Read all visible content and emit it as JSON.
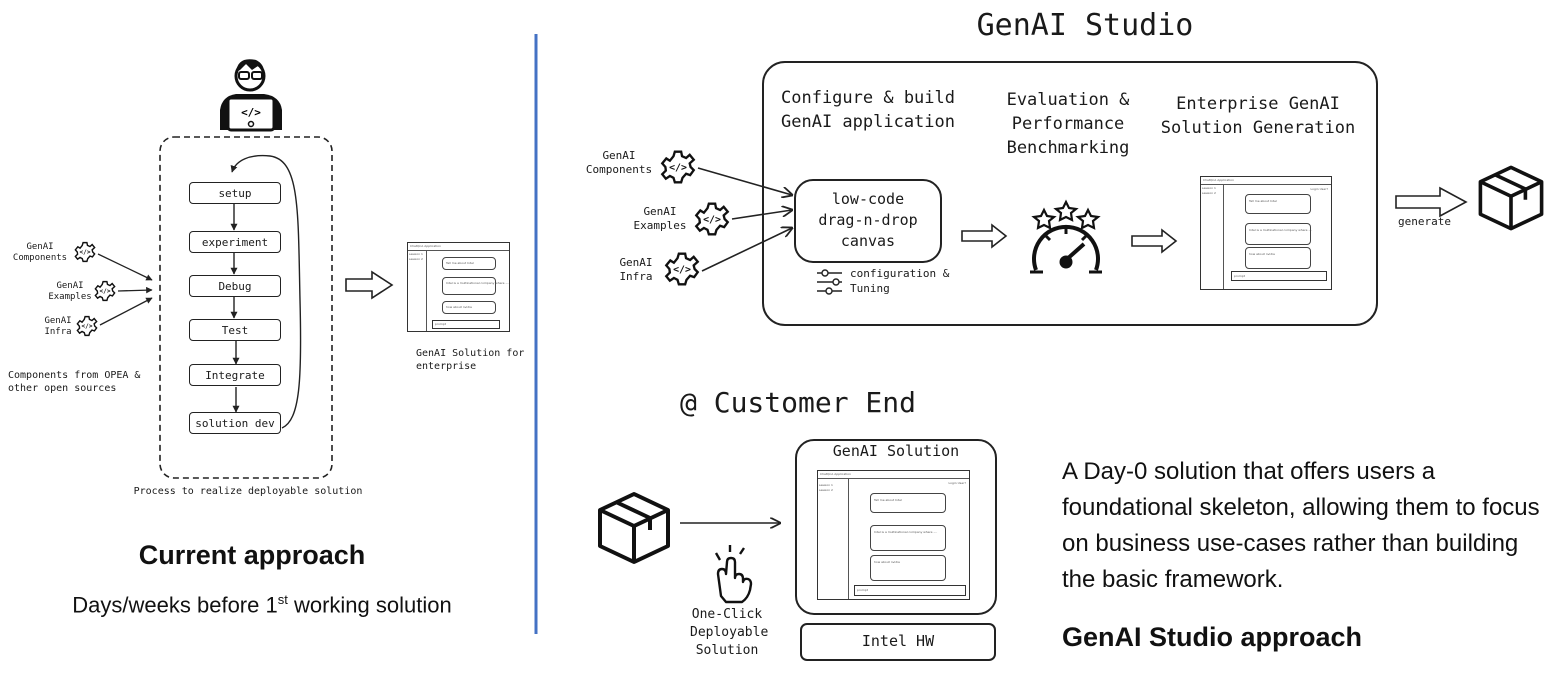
{
  "studio_title": "GenAI Studio",
  "customer_title": "@ Customer End",
  "left": {
    "steps": [
      "setup",
      "experiment",
      "Debug",
      "Test",
      "Integrate",
      "solution dev"
    ],
    "inputs": [
      "GenAI Components",
      "GenAI Examples",
      "GenAI Infra"
    ],
    "components_note": "Components from OPEA & other open sources",
    "process_caption": "Process to realize deployable solution",
    "output_label": "GenAI Solution for enterprise",
    "approach_title": "Current approach",
    "approach_sub_prefix": "Days/weeks before 1",
    "approach_sub_sup": "st",
    "approach_sub_suffix": " working solution"
  },
  "studio": {
    "col1_title": "Configure & build GenAI application",
    "col2_title": "Evaluation & Performance Benchmarking",
    "col3_title": "Enterprise GenAI Solution Generation",
    "inputs": [
      "GenAI Components",
      "GenAI Examples",
      "GenAI Infra"
    ],
    "canvas_label": "low-code drag-n-drop canvas",
    "tuning_label": "configuration & Tuning",
    "generate_label": "generate"
  },
  "customer": {
    "solution_title": "GenAI Solution",
    "hw_label": "Intel HW",
    "deploy_label": "One-Click Deployable Solution"
  },
  "description": "A Day-0 solution that offers users a foundational skeleton, allowing them to focus on business use-cases rather than building the basic framework.",
  "right_approach_title": "GenAI Studio approach",
  "mockup": {
    "app_title": "ChatQnA Application",
    "login": "Login User?",
    "side_items": [
      "session 1",
      "session 2"
    ],
    "messages": [
      "Tell me about Intel",
      "Intel is a multinational company where ....",
      "how about nvidia"
    ],
    "input_text": "prompt"
  },
  "colors": {
    "divider": "#4472c4",
    "ink": "#1a1a1a"
  }
}
